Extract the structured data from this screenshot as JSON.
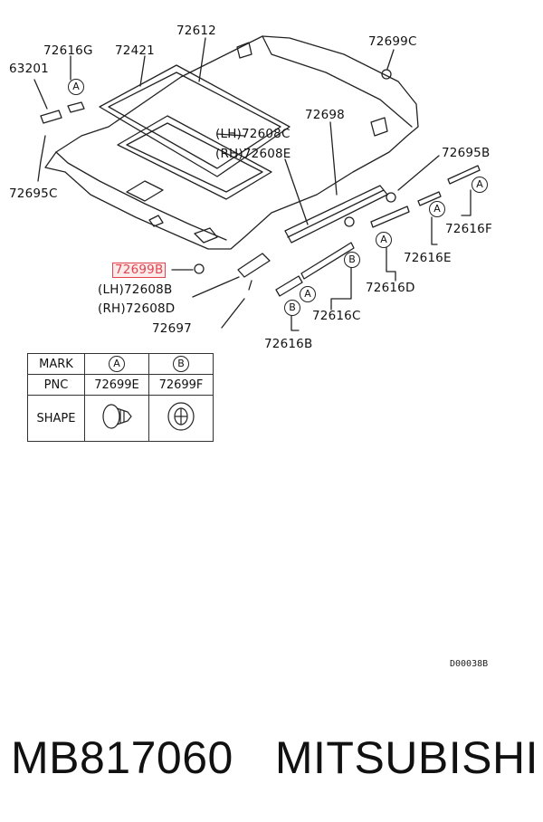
{
  "diagram": {
    "labels": {
      "p72612": "72612",
      "p72421": "72421",
      "p72616G": "72616G",
      "p63201": "63201",
      "p72699C": "72699C",
      "p72698": "72698",
      "p72608C": "(LH)72608C",
      "p72608E": "(RH)72608E",
      "p72695B": "72695B",
      "p72695C": "72695C",
      "p72616F": "72616F",
      "p72616E": "72616E",
      "p72699B": "72699B",
      "p72608B": "(LH)72608B",
      "p72608D": "(RH)72608D",
      "p72697": "72697",
      "p72616D": "72616D",
      "p72616C": "72616C",
      "p72616B": "72616B"
    },
    "mark_a": "A",
    "mark_b": "B",
    "reference_code": "D00038B"
  },
  "legend": {
    "mark_label": "MARK",
    "pnc_label": "PNC",
    "shape_label": "SHAPE",
    "col_a_mark": "A",
    "col_b_mark": "B",
    "col_a_pnc": "72699E",
    "col_b_pnc": "72699F"
  },
  "footer": {
    "part_number": "MB817060",
    "brand": "MITSUBISHI"
  },
  "colors": {
    "highlight": "#e0454f",
    "line": "#222222"
  }
}
